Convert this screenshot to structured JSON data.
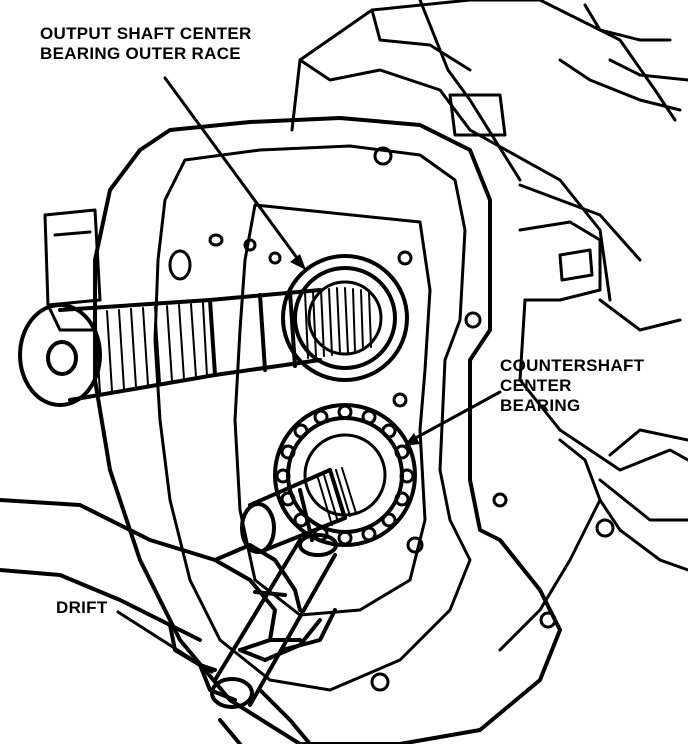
{
  "labels": {
    "output_race": [
      "OUTPUT SHAFT CENTER",
      "BEARING OUTER RACE"
    ],
    "countershaft_bearing": [
      "COUNTERSHAFT",
      "CENTER",
      "BEARING"
    ],
    "drift": "DRIFT"
  },
  "colors": {
    "ink": "#000000",
    "paper": "#ffffff"
  }
}
